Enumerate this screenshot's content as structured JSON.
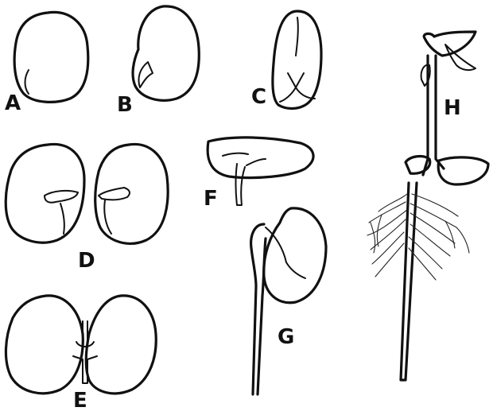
{
  "figure": {
    "labels": {
      "a": "A",
      "b": "B",
      "c": "C",
      "d": "D",
      "e": "E",
      "f": "F",
      "g": "G",
      "h": "H"
    },
    "colors": {
      "ink": "#111111",
      "background": "#ffffff"
    }
  }
}
